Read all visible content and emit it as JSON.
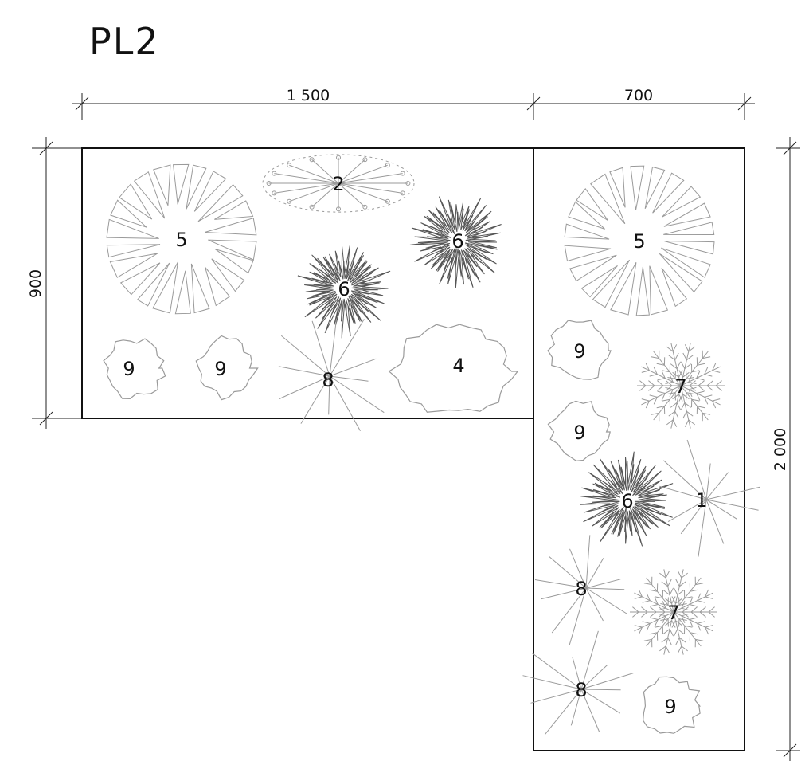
{
  "title": "PL2",
  "dimensions": {
    "top_left": "1 500",
    "top_right": "700",
    "left": "900",
    "right": "2 000"
  },
  "plants": [
    {
      "id": "p1",
      "type": "pinwheel",
      "label": "5"
    },
    {
      "id": "p2",
      "type": "leafy",
      "label": "2"
    },
    {
      "id": "p3",
      "type": "spiky",
      "label": "6"
    },
    {
      "id": "p4",
      "type": "spiky",
      "label": "6"
    },
    {
      "id": "p5",
      "type": "blob",
      "label": "9"
    },
    {
      "id": "p6",
      "type": "blob",
      "label": "9"
    },
    {
      "id": "p7",
      "type": "rays",
      "label": "8"
    },
    {
      "id": "p8",
      "type": "cloud",
      "label": "4"
    },
    {
      "id": "p9",
      "type": "pinwheel",
      "label": "5"
    },
    {
      "id": "p10",
      "type": "blob",
      "label": "9"
    },
    {
      "id": "p11",
      "type": "feathery",
      "label": "7"
    },
    {
      "id": "p12",
      "type": "blob",
      "label": "9"
    },
    {
      "id": "p13",
      "type": "spiky",
      "label": "6"
    },
    {
      "id": "p14",
      "type": "rays",
      "label": "1"
    },
    {
      "id": "p15",
      "type": "rays",
      "label": "8"
    },
    {
      "id": "p16",
      "type": "feathery",
      "label": "7"
    },
    {
      "id": "p17",
      "type": "rays",
      "label": "8"
    },
    {
      "id": "p18",
      "type": "blob",
      "label": "9"
    }
  ],
  "colors": {
    "line": "#111111",
    "light_symbol": "#9a9a9a",
    "dark_symbol": "#555555"
  }
}
